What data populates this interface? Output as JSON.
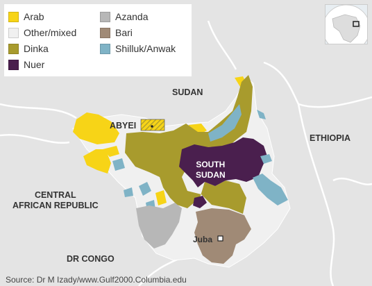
{
  "legend": [
    {
      "label": "Arab",
      "color": "#f7d417"
    },
    {
      "label": "Other/mixed",
      "color": "#f0f0f0"
    },
    {
      "label": "Dinka",
      "color": "#a89b2d"
    },
    {
      "label": "Nuer",
      "color": "#4a1f4e"
    },
    {
      "label": "Azanda",
      "color": "#b7b7b7"
    },
    {
      "label": "Bari",
      "color": "#a08a76"
    },
    {
      "label": "Shilluk/Anwak",
      "color": "#7fb3c6"
    }
  ],
  "labels": {
    "sudan": "SUDAN",
    "abyei": "ABYEI",
    "ethiopia": "ETHIOPIA",
    "south_sudan": "SOUTH\nSUDAN",
    "car": "CENTRAL\nAFRICAN REPUBLIC",
    "drc": "DR CONGO",
    "juba": "Juba"
  },
  "source": "Source: Dr M Izady/www.Gulf2000.Columbia.edu",
  "colors": {
    "background": "#e4e4e4",
    "borders": "#ffffff",
    "water": "#d4dde4"
  }
}
